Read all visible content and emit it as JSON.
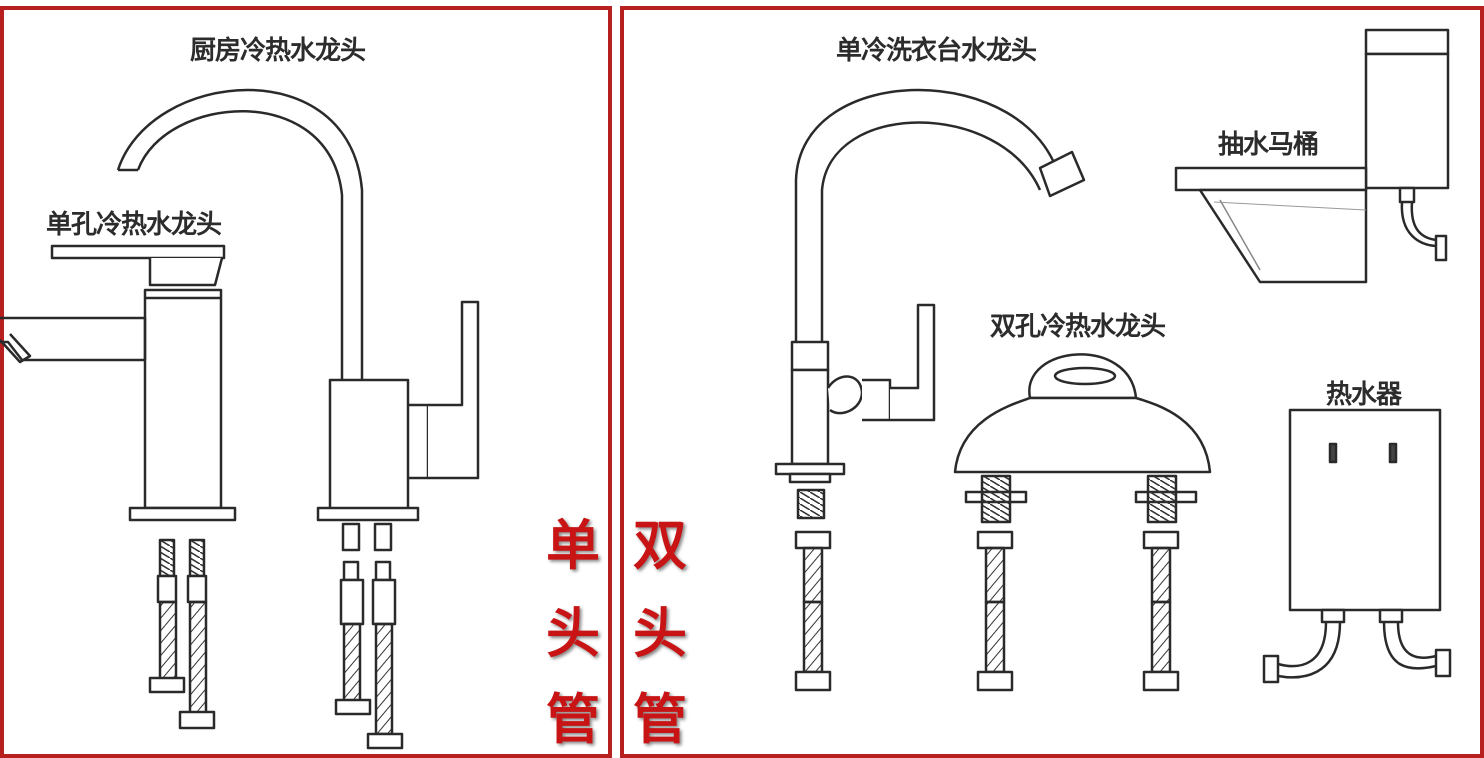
{
  "left": {
    "kitchen_label": "厨房冷热水龙头",
    "single_hole_label": "单孔冷热水龙头",
    "tag": [
      "单",
      "头",
      "管"
    ]
  },
  "right": {
    "laundry_label": "单冷洗衣台水龙头",
    "toilet_label": "抽水马桶",
    "double_hole_label": "双孔冷热水龙头",
    "heater_label": "热水器",
    "tag": [
      "双",
      "头",
      "管"
    ]
  },
  "colors": {
    "frame": "#b81f1f",
    "tag_text": "#c81414",
    "line": "#2a2a2a"
  }
}
